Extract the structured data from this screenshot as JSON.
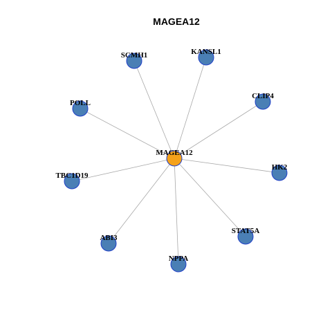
{
  "graph": {
    "title": "MAGEA12",
    "center": {
      "label": "MAGEA12",
      "color": "#f5a21a"
    },
    "neighbor_color": "#4a7fb5",
    "node_border_color": "#1f3fc8",
    "edge_color": "#a8a8a8",
    "neighbors": [
      {
        "label": "SCMH1"
      },
      {
        "label": "KANSL1"
      },
      {
        "label": "CLIP4"
      },
      {
        "label": "POLL"
      },
      {
        "label": "HK2"
      },
      {
        "label": "TBC1D19"
      },
      {
        "label": "STAT5A"
      },
      {
        "label": "ABI3"
      },
      {
        "label": "NPPA"
      }
    ]
  }
}
